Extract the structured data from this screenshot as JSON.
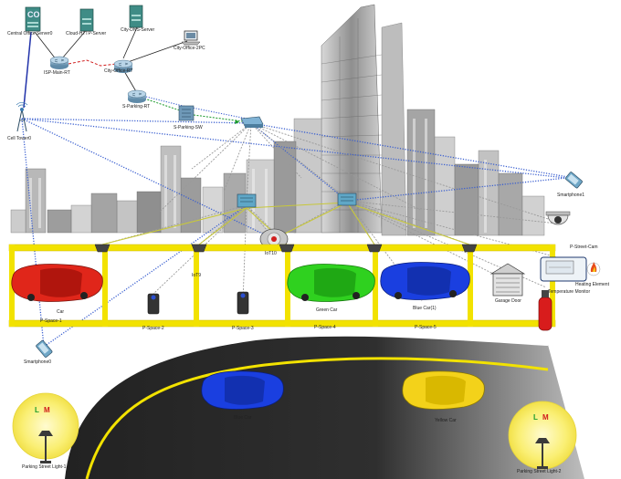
{
  "top_marker": "CO",
  "devices": {
    "central_office_server": "Central Office Server0",
    "cloud_https_server": "Cloud-HTTP-Server",
    "city_dns_server": "City-DNS-Server",
    "city_office_pc": "City-Office-2PC",
    "isp_main_router": "ISP-Main-RT",
    "city_office_router": "City-Office-RT",
    "parking_router": "S-Parking-RT",
    "parking_switch": "S-Parking-SW",
    "cell_tower": "Cell Tower0",
    "iot10": "IoT10",
    "iot9": "IoT9",
    "smartphone0": "Smartphone0",
    "smartphone1": "Smartphone1",
    "street_cam": "P-Street-Cam",
    "heating_element": "Heating Element",
    "temperature_monitor": "Temperature Monitor",
    "garage_door": "Garage Door"
  },
  "parking_spaces": [
    "P-Space-1",
    "P-Space-2",
    "P-Space-3",
    "P-Space-4",
    "P-Space-5"
  ],
  "cars": {
    "red_car": "Car",
    "green_car": "Green Car",
    "blue_car_parked": "Blue Car(1)",
    "blue_car_road": "Blue Car",
    "yellow_car": "Yellow Car"
  },
  "street_lights": {
    "left": "Parking Street Light-1",
    "right": "Parking Street Light-2",
    "indicator_l": "L",
    "indicator_m": "M"
  },
  "colors": {
    "parking_frame": "#f2e200",
    "wireless_link": "#3a5fd0",
    "console_link": "#d01a1a",
    "up_link": "#1a9a2a",
    "road": "#2b2b2b",
    "light_glow": "#fbf07a",
    "red_car": "#e0261a",
    "green_car": "#2fd11f",
    "blue_car": "#1a3fe0",
    "yellow_car": "#f3d21a"
  }
}
